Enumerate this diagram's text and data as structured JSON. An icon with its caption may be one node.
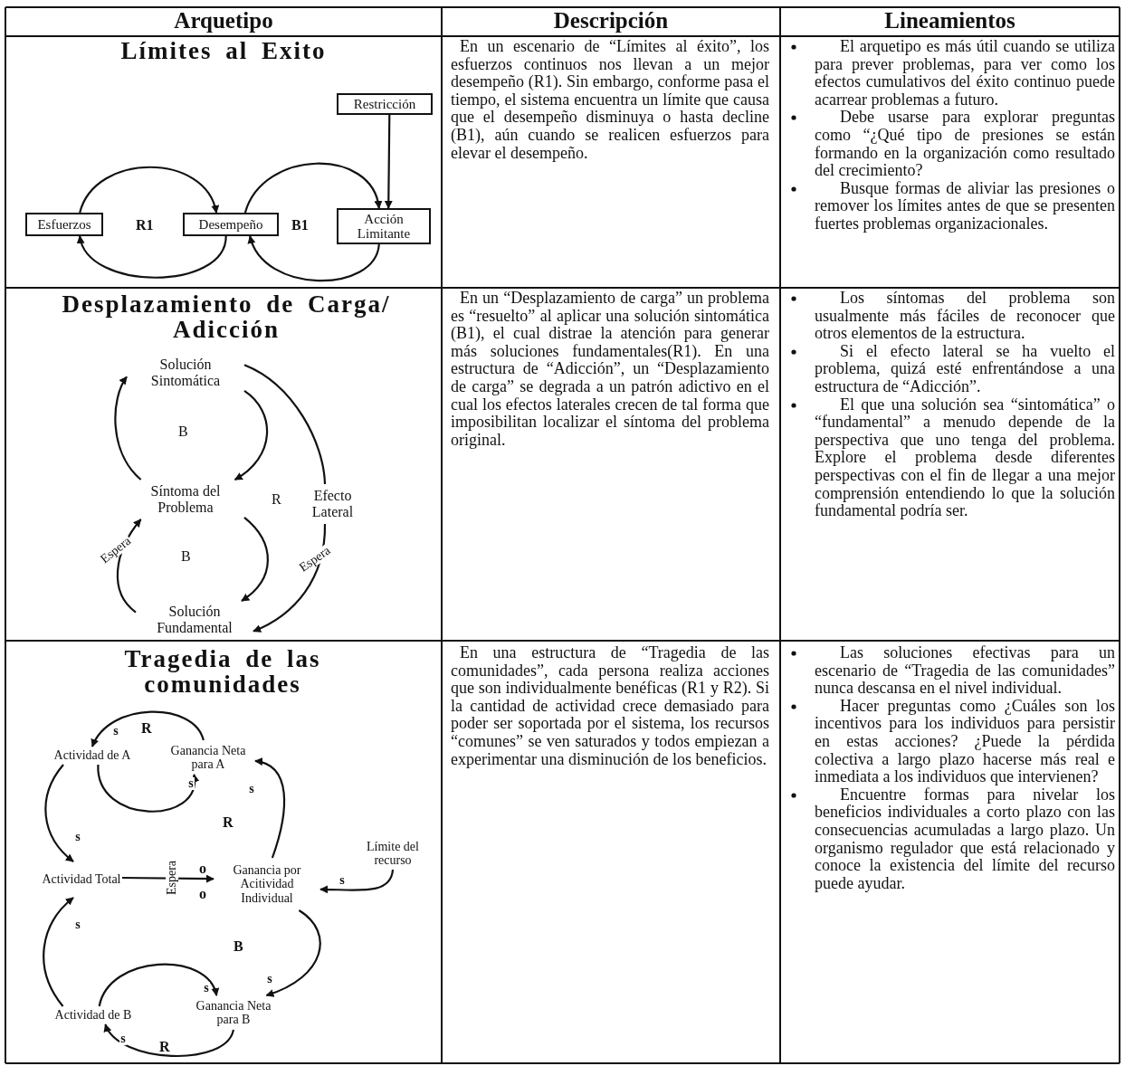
{
  "diagram": {
    "nodes": [
      {
        "text": [
          "Esfuerzos"
        ]
      },
      {
        "text": [
          "Desempeño"
        ]
      },
      {
        "text": [
          "Restricción"
        ]
      },
      {
        "text": [
          "Acción Limitante"
        ]
      },
      {
        "text": [
          "Solución Sintomática"
        ]
      },
      {
        "text": [
          "Síntoma del Problema"
        ]
      },
      {
        "text": [
          "Solución Fundamental"
        ]
      },
      {
        "text": [
          "Efecto Lateral"
        ]
      },
      {
        "text": [
          "Actividad de A"
        ]
      },
      {
        "text": [
          "Ganancia Neta para A"
        ]
      },
      {
        "text": [
          "Actividad Total"
        ]
      },
      {
        "text": [
          "Ganancia por Acitividad Individual"
        ]
      },
      {
        "text": [
          "Límite del recurso"
        ]
      },
      {
        "text": [
          "Actividad de B"
        ]
      },
      {
        "text": [
          "Ganancia Neta para B"
        ]
      }
    ],
    "edges": [
      {
        "from": 0,
        "to": 1,
        "arrow": "to"
      },
      {
        "from": 1,
        "to": 0,
        "arrow": "to"
      },
      {
        "from": 1,
        "to": 3,
        "arrow": "to"
      },
      {
        "from": 3,
        "to": 1,
        "arrow": "to"
      },
      {
        "from": 2,
        "to": 3,
        "arrow": "to"
      },
      {
        "from": 5,
        "to": 4,
        "arrow": "to"
      },
      {
        "from": 4,
        "to": 5,
        "arrow": "to"
      },
      {
        "from": 5,
        "to": 6,
        "arrow": "to"
      },
      {
        "from": 6,
        "to": 5,
        "arrow": "to",
        "label": "Espera"
      },
      {
        "from": 4,
        "to": 7,
        "arrow": "none"
      },
      {
        "from": 7,
        "to": 6,
        "arrow": "to",
        "label": "Espera"
      },
      {
        "from": 9,
        "to": 8,
        "arrow": "to",
        "label": "s"
      },
      {
        "from": 8,
        "to": 9,
        "arrow": "to",
        "label": "s"
      },
      {
        "from": 8,
        "to": 10,
        "arrow": "to",
        "label": "s"
      },
      {
        "from": 10,
        "to": 11,
        "arrow": "to",
        "label": "Espera"
      },
      {
        "from": 11,
        "to": 9,
        "arrow": "to",
        "label": "s"
      },
      {
        "from": 12,
        "to": 11,
        "arrow": "to",
        "label": "s"
      },
      {
        "from": 11,
        "to": 14,
        "arrow": "to",
        "label": "s"
      },
      {
        "from": 13,
        "to": 14,
        "arrow": "to",
        "label": "s"
      },
      {
        "from": 14,
        "to": 13,
        "arrow": "to",
        "label": "s"
      },
      {
        "from": 13,
        "to": 10,
        "arrow": "to",
        "label": "s"
      }
    ],
    "labels": [
      "Arquetipo",
      "Descripción",
      "Lineamientos",
      "Límites al Exito",
      "R1",
      "B1",
      "En un escenario de “Límites al éxito”, los esfuerzos continuos nos llevan a un mejor desempeño (R1). Sin embargo, conforme pasa el tiempo, el sistema encuentra un límite que causa que el desempeño disminuya o hasta decline (B1), aún cuando se realicen esfuerzos para elevar el desempeño.",
      "El arquetipo es más útil cuando se utiliza para prever problemas, para ver como los efectos cumulativos del éxito continuo puede acarrear problemas a futuro.",
      "Debe usarse para explorar preguntas como “¿Qué tipo de presiones se están formando en la organización como resultado del crecimiento?",
      "Busque formas de aliviar las presiones o remover los límites antes de que se presenten fuertes problemas organizacionales.",
      "Desplazamiento de Carga/ Adicción",
      "B",
      "R",
      "B",
      "En un “Desplazamiento de carga” un problema es “resuelto” al aplicar una solución sintomática (B1), el cual distrae la atención para generar más soluciones fundamentales(R1). En una estructura de “Adicción”, un “Desplazamiento de carga” se degrada a un patrón adictivo en el cual los efectos laterales crecen de tal forma que imposibilitan localizar el síntoma del problema original.",
      "Los síntomas del problema son usualmente más fáciles de reconocer que otros elementos de la estructura.",
      "Si el efecto lateral se ha vuelto el problema, quizá esté enfrentándose a una estructura de “Adicción”.",
      "El que una solución sea “sintomática” o “fundamental” a menudo depende de la perspectiva que uno tenga del problema. Explore el problema desde diferentes perspectivas con el fin de llegar a una mejor comprensión entendiendo lo que la solución fundamental podría ser.",
      "Tragedia de las comunidades",
      "R",
      "R",
      "o",
      "o",
      "B",
      "R",
      "En una estructura de “Tragedia de las comunidades”, cada persona realiza acciones que son individualmente benéficas (R1 y R2). Si la cantidad de actividad crece demasiado para poder ser soportada por el sistema, los recursos “comunes” se ven saturados y todos empiezan a experimentar una disminución de los beneficios.",
      "Las soluciones efectivas para un escenario de “Tragedia de las comunidades” nunca descansa en el nivel individual.",
      "Hacer preguntas como ¿Cuáles son los incentivos para los individuos para persistir en estas acciones? ¿Puede la pérdida colectiva a largo plazo hacerse más real e inmediata a los individuos que intervienen?",
      "Encuentre formas para nivelar los beneficios individuales a corto plazo con las consecuencias acumuladas a largo plazo. Un organismo regulador que está relacionado y conoce la existencia del límite del recurso puede ayudar."
    ]
  }
}
